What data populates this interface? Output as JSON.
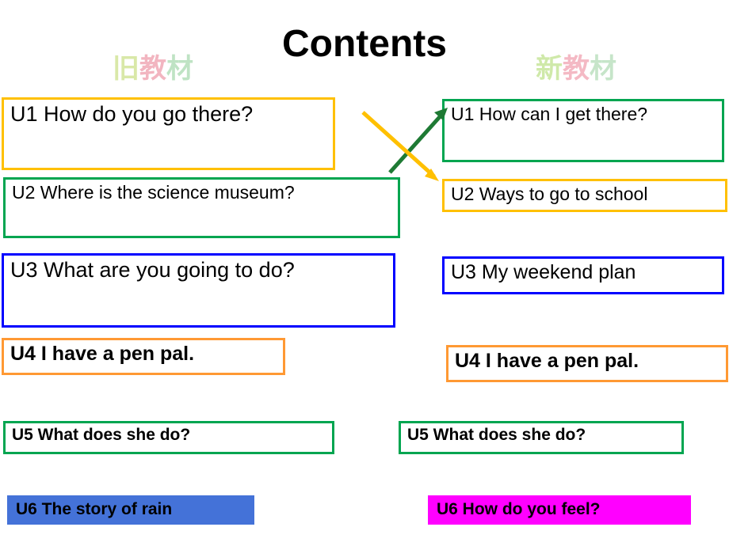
{
  "slide": {
    "title": "Contents",
    "watermarks": {
      "left": [
        "旧",
        "教",
        "材"
      ],
      "right": [
        "新",
        "教",
        "材"
      ]
    },
    "columns": {
      "left": [
        {
          "text": "U1 How do you go there?",
          "border_color": "#ffc000",
          "bold": false,
          "font_size": 27,
          "text_color": "#000000"
        },
        {
          "text": "U2 Where is the science museum?",
          "border_color": "#00a550",
          "bold": false,
          "font_size": 23,
          "text_color": "#000000"
        },
        {
          "text": "U3 What are you going to do?",
          "border_color": "#0000ff",
          "bold": false,
          "font_size": 27,
          "text_color": "#000000"
        },
        {
          "text": "U4 I have a pen pal.",
          "border_color": "#ff9933",
          "bold": true,
          "font_size": 25,
          "text_color": "#000000"
        },
        {
          "text": "U5 What does she do?",
          "border_color": "#00a550",
          "bold": true,
          "font_size": 21,
          "text_color": "#000000"
        },
        {
          "text": "U6 The story of rain",
          "border_color": "#4472d8",
          "bold": true,
          "font_size": 21,
          "text_color": "#000000",
          "fill_color": "#4472d8"
        }
      ],
      "right": [
        {
          "text": "U1 How can I get there?",
          "border_color": "#00a550",
          "bold": false,
          "font_size": 23,
          "text_color": "#000000"
        },
        {
          "text": "U2 Ways to go to school",
          "border_color": "#ffc000",
          "bold": false,
          "font_size": 23,
          "text_color": "#000000"
        },
        {
          "text": "U3 My weekend plan",
          "border_color": "#0000ff",
          "bold": false,
          "font_size": 25,
          "text_color": "#000000"
        },
        {
          "text": "U4 I have a pen pal.",
          "border_color": "#ff9933",
          "bold": true,
          "font_size": 25,
          "text_color": "#000000"
        },
        {
          "text": "U5 What does she do?",
          "border_color": "#00a550",
          "bold": true,
          "font_size": 21,
          "text_color": "#000000"
        },
        {
          "text": "U6 How do you feel?",
          "border_color": "#ff00ff",
          "bold": true,
          "font_size": 21,
          "text_color": "#000000",
          "fill_color": "#ff00ff"
        }
      ]
    },
    "arrows": [
      {
        "name": "green-up-arrow",
        "color": "#1e7a34"
      },
      {
        "name": "yellow-down-arrow",
        "color": "#ffc000"
      }
    ]
  }
}
